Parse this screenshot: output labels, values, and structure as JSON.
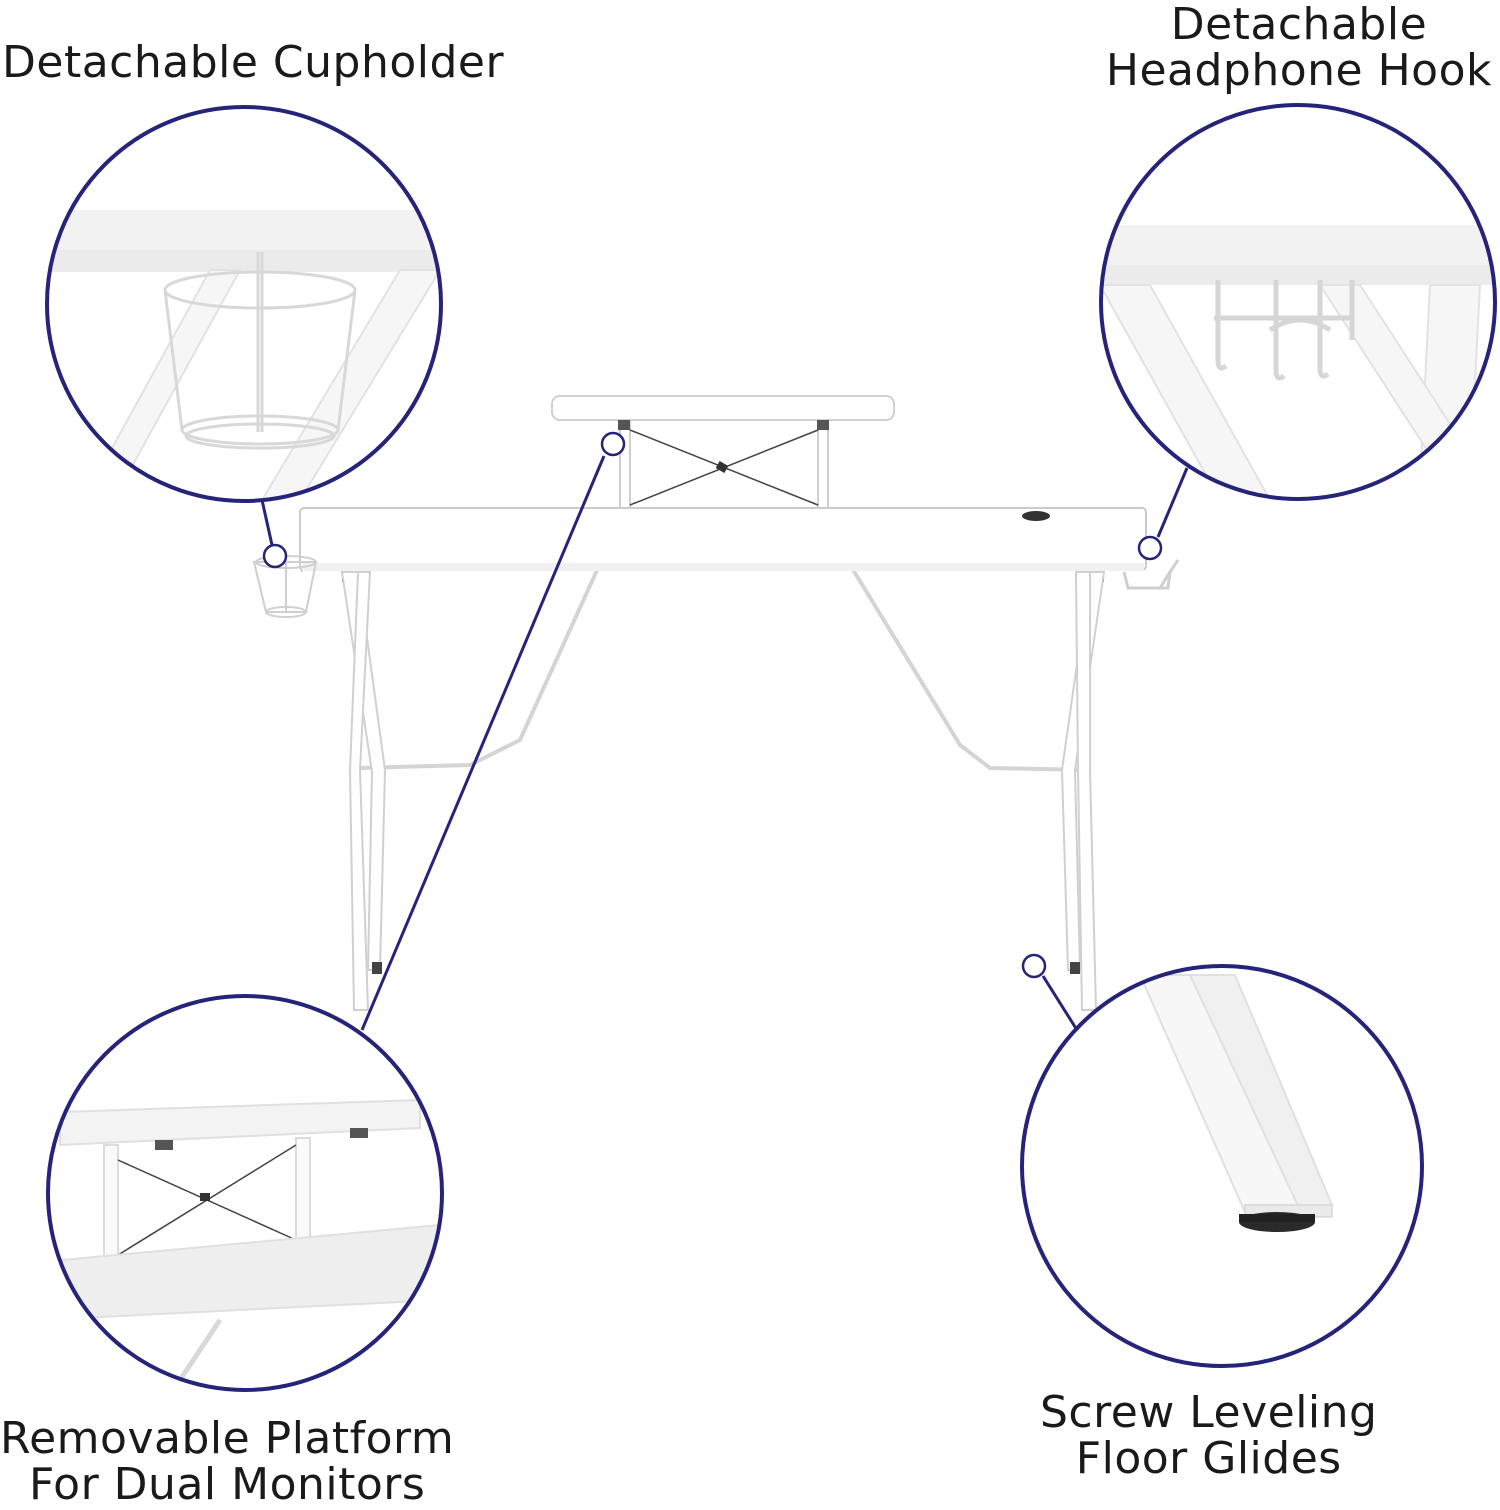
{
  "callouts": {
    "cupholder": {
      "lines": [
        "Detachable Cupholder"
      ]
    },
    "headphone_hook": {
      "lines": [
        "Detachable",
        "Headphone Hook"
      ]
    },
    "platform": {
      "lines": [
        "Removable Platform",
        "For Dual Monitors"
      ]
    },
    "floor_glides": {
      "lines": [
        "Screw Leveling",
        "Floor Glides"
      ]
    }
  },
  "colors": {
    "ring": "#25247a",
    "text": "#1a1a1a",
    "desk": "#ffffff",
    "desk_edge": "#cfcfcf",
    "background": "#ffffff"
  }
}
